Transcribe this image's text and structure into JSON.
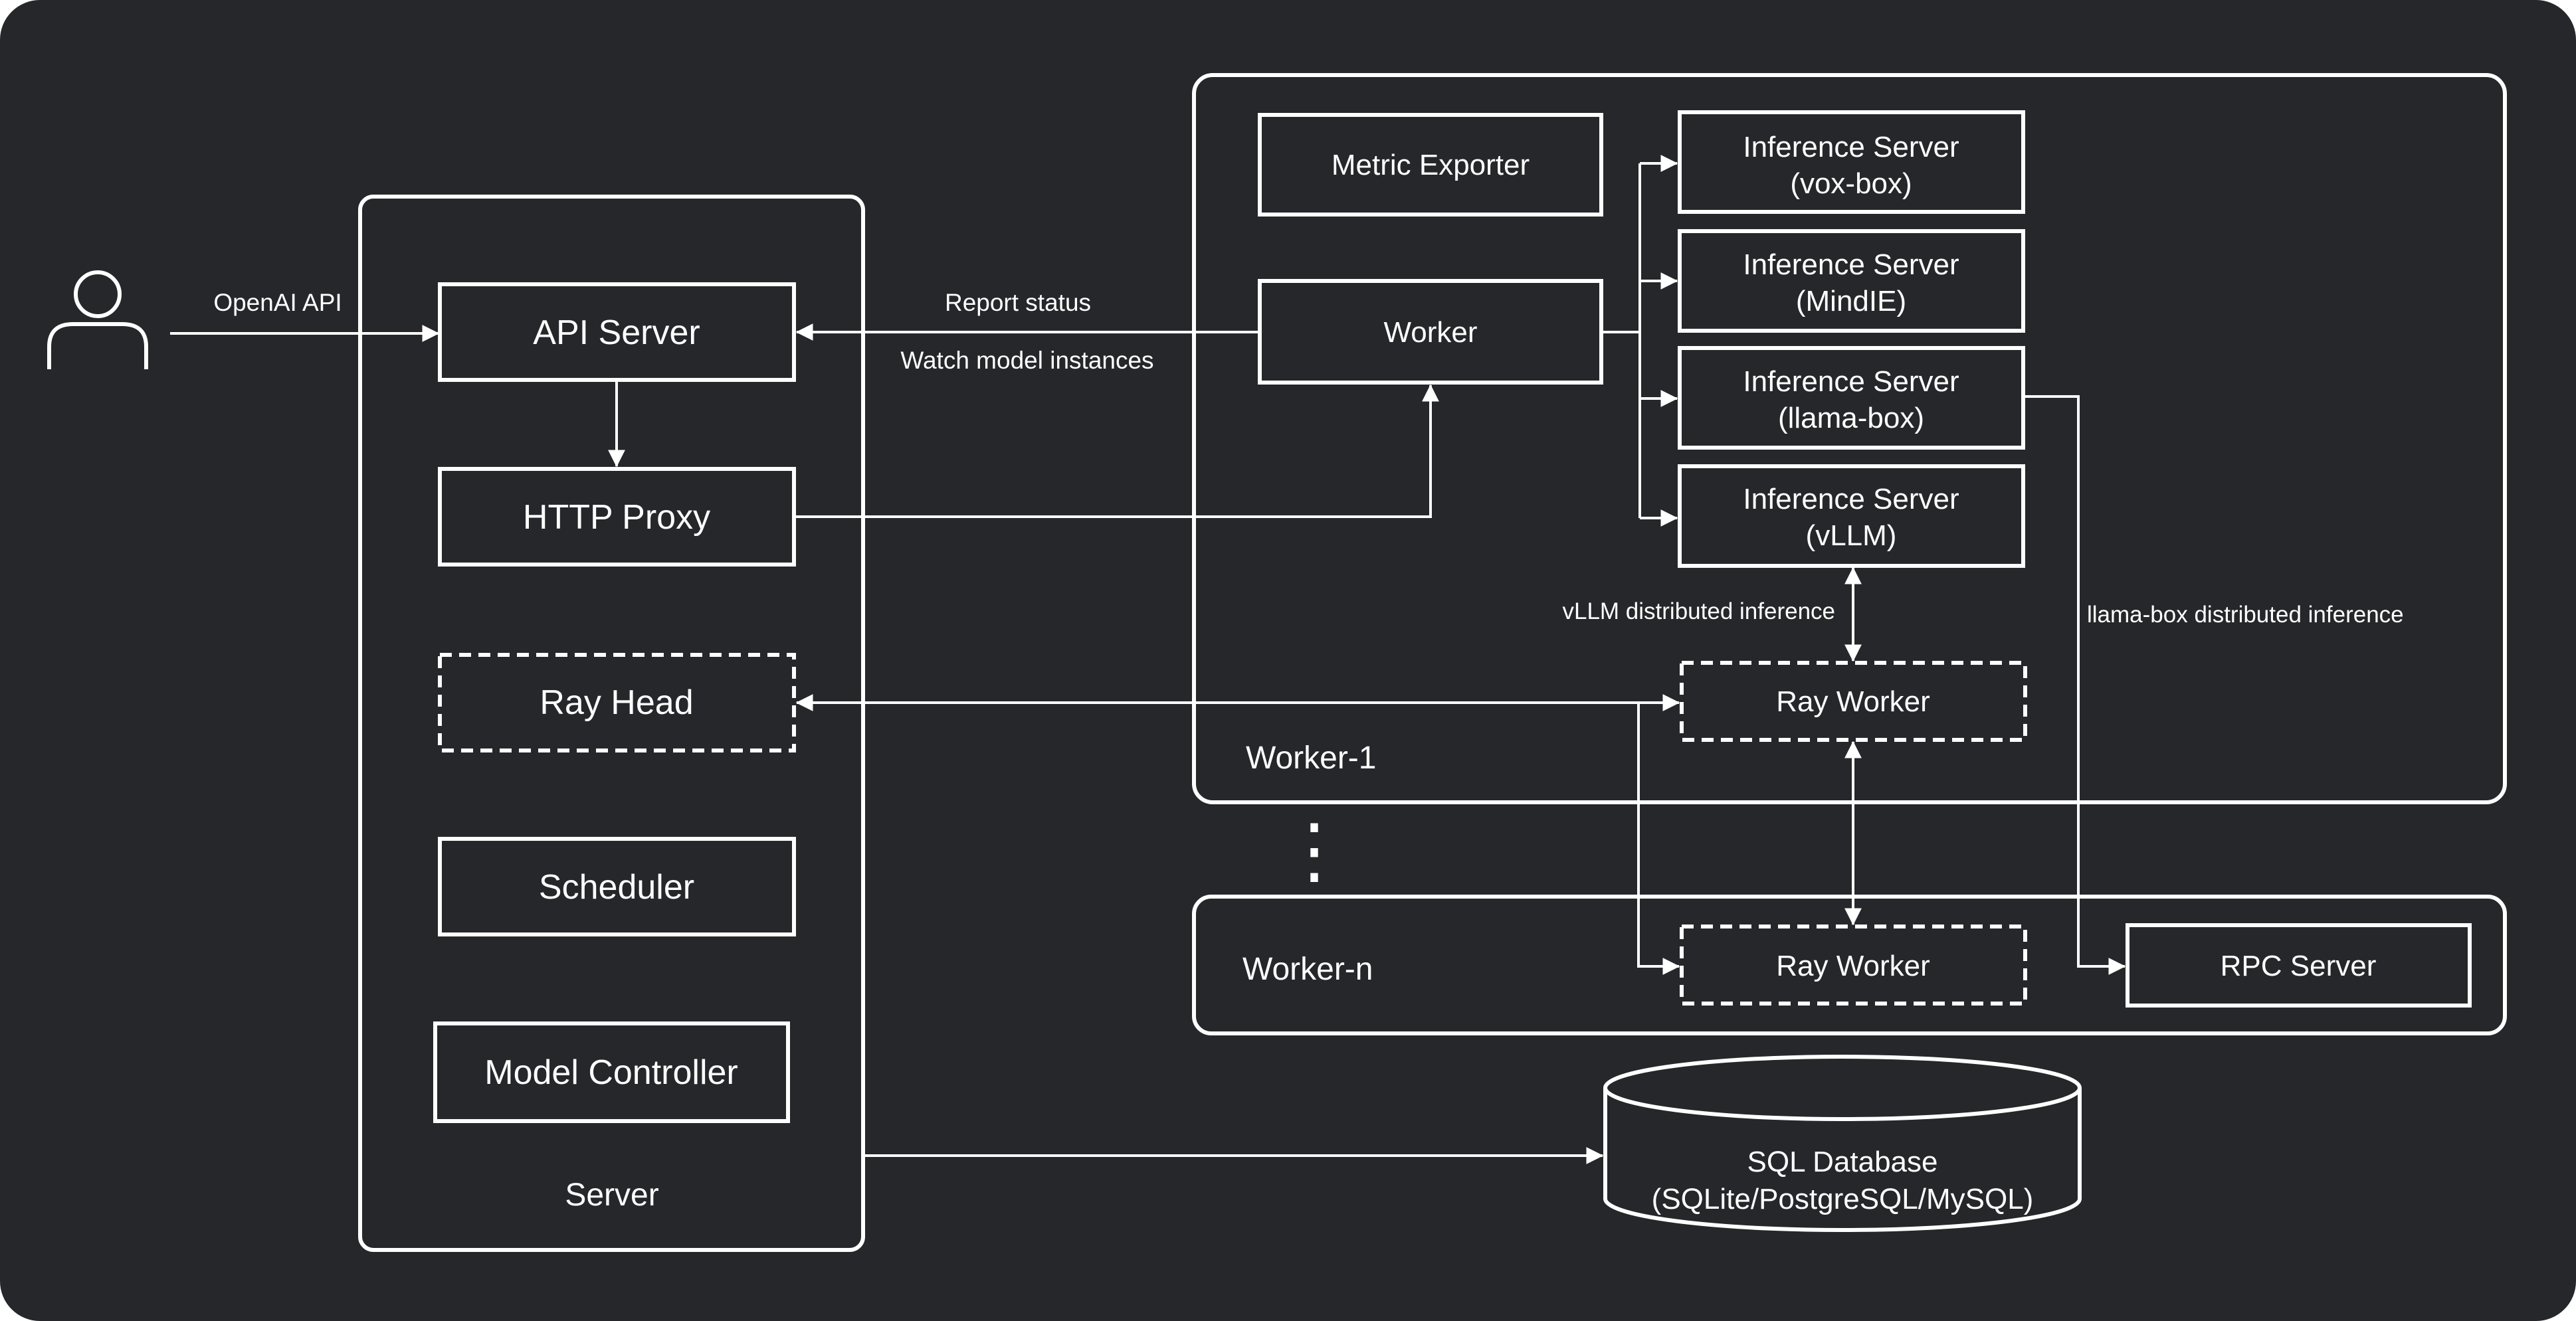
{
  "colors": {
    "background": "#26272b",
    "foreground": "#ffffff",
    "page": "#ffffff"
  },
  "user": {
    "icon": "user-icon"
  },
  "edges": {
    "openai_api": "OpenAI API",
    "report_status": "Report status",
    "watch_model_instances": "Watch model instances",
    "vllm_distributed": "vLLM distributed inference",
    "llama_box_distributed": "llama-box distributed inference"
  },
  "server": {
    "label": "Server",
    "api_server": "API Server",
    "http_proxy": "HTTP Proxy",
    "ray_head": "Ray Head",
    "scheduler": "Scheduler",
    "model_controller": "Model Controller"
  },
  "worker1": {
    "label": "Worker-1",
    "metric_exporter": "Metric Exporter",
    "worker": "Worker",
    "ray_worker": "Ray Worker",
    "inference_servers": [
      {
        "line1": "Inference Server",
        "line2": "(vox-box)"
      },
      {
        "line1": "Inference Server",
        "line2": "(MindIE)"
      },
      {
        "line1": "Inference Server",
        "line2": "(llama-box)"
      },
      {
        "line1": "Inference Server",
        "line2": "(vLLM)"
      }
    ]
  },
  "ellipsis": "⋮",
  "workern": {
    "label": "Worker-n",
    "ray_worker": "Ray Worker",
    "rpc_server": "RPC Server"
  },
  "database": {
    "line1": "SQL Database",
    "line2": "(SQLite/PostgreSQL/MySQL)"
  }
}
